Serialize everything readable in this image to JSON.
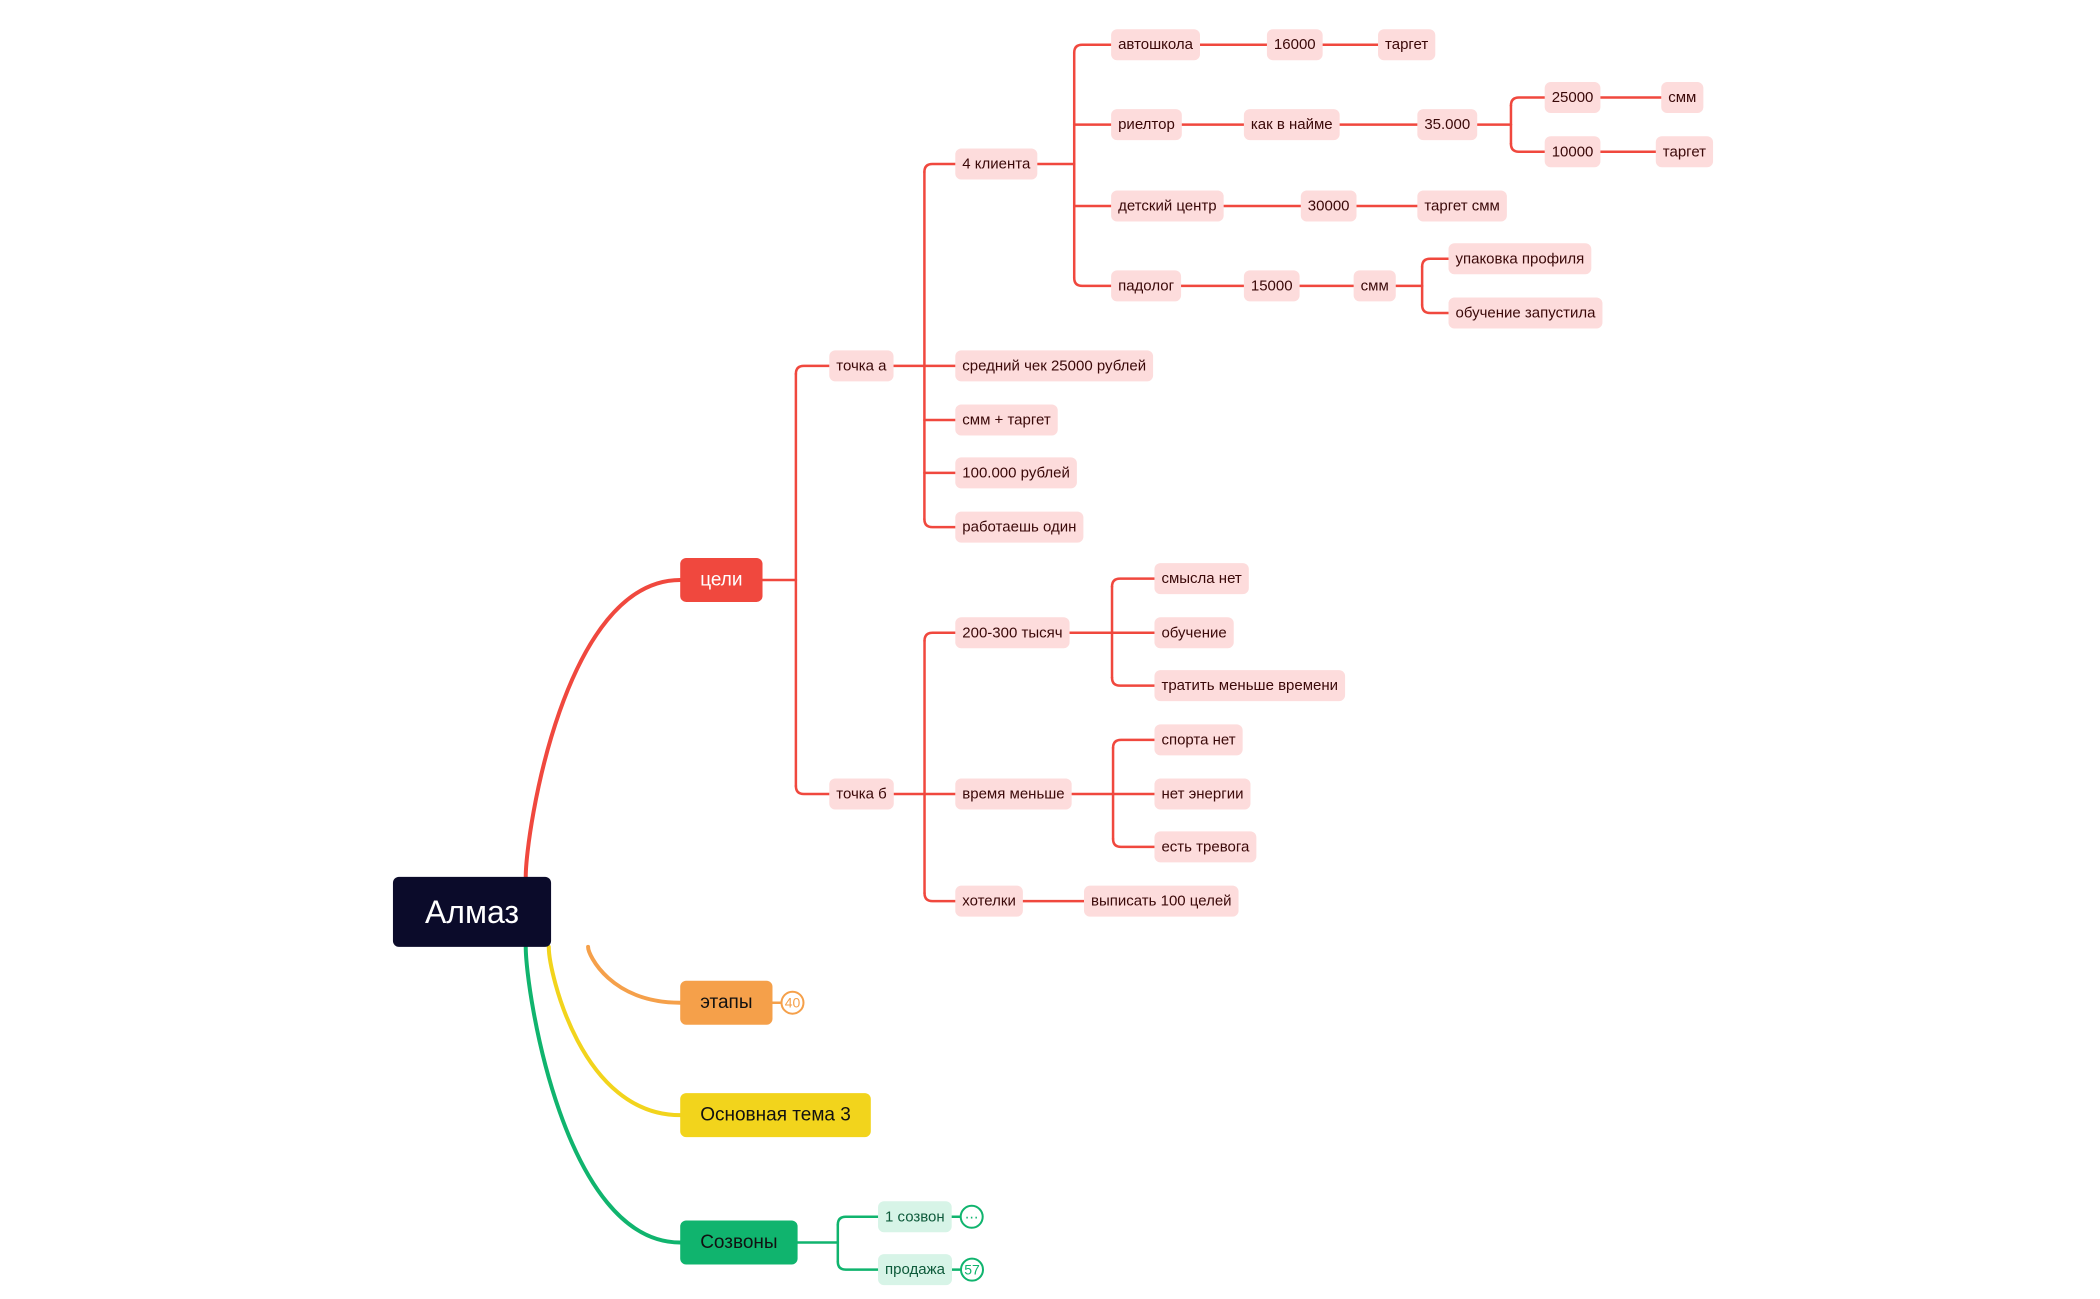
{
  "colors": {
    "root_bg": "#0b0b2a",
    "root_text": "#ffffff",
    "red": "#f0483e",
    "red_leaf_bg": "#fddcdc",
    "red_text": "#3a0808",
    "orange": "#f5a04a",
    "yellow": "#f2d41c",
    "green": "#10b46e",
    "green_leaf_bg": "#d7f4e7",
    "green_text": "#0d5a3a",
    "dark_text": "#111111"
  },
  "root": {
    "label": "Алмаз"
  },
  "branches": {
    "goals": {
      "label": "цели",
      "point_a": {
        "label": "точка а",
        "clients": {
          "label": "4 клиента",
          "driving_school": {
            "label": "автошкола",
            "price": "16000",
            "service": "таргет"
          },
          "realtor": {
            "label": "риелтор",
            "note": "как в найме",
            "price": "35.000",
            "option_1_price": "25000",
            "option_1_service": "смм",
            "option_2_price": "10000",
            "option_2_service": "таргет"
          },
          "kids_center": {
            "label": "детский центр",
            "price": "30000",
            "service": "таргет смм"
          },
          "podologist": {
            "label": "падолог",
            "price": "15000",
            "service": "смм",
            "detail_1": "упаковка профиля",
            "detail_2": "обучение запустила"
          }
        },
        "avg_check": "средний чек 25000 рублей",
        "smm_target": "смм + таргет",
        "income": "100.000 рублей",
        "solo": "работаешь один"
      },
      "point_b": {
        "label": "точка б",
        "target_income": {
          "label": "200-300 тысяч",
          "item_1": "смысла нет",
          "item_2": "обучение",
          "item_3": "тратить меньше времени"
        },
        "less_time": {
          "label": "время меньше",
          "item_1": "спорта нет",
          "item_2": "нет энергии",
          "item_3": "есть тревога"
        },
        "wishes": {
          "label": "хотелки",
          "item_1": "выписать 100 целей"
        }
      }
    },
    "stages": {
      "label": "этапы",
      "badge": "40"
    },
    "topic3": {
      "label": "Основная тема 3"
    },
    "calls": {
      "label": "Созвоны",
      "call_1": {
        "label": "1 созвон",
        "badge": "⋯"
      },
      "sale": {
        "label": "продажа",
        "badge": "57"
      }
    }
  }
}
